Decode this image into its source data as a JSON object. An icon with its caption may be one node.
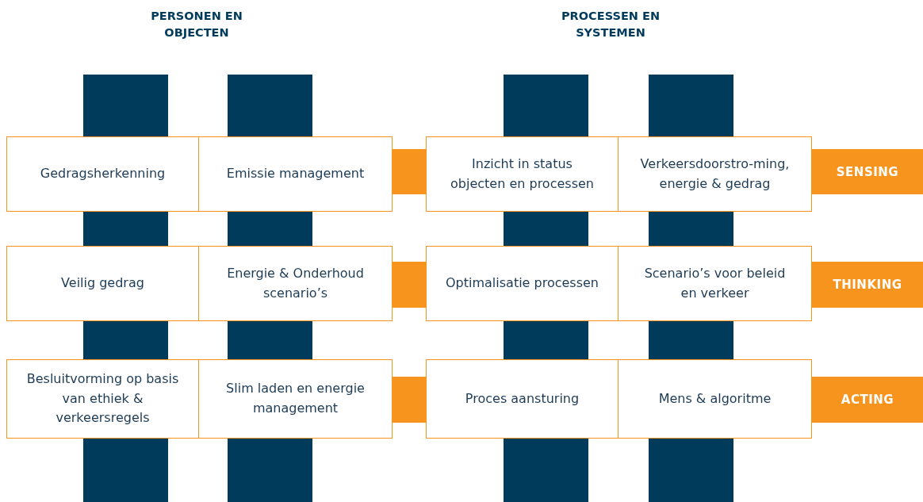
{
  "diagram": {
    "nodes": [
      {
        "text": [],
        "shape": "bar"
      },
      {
        "text": [],
        "shape": "bar"
      },
      {
        "text": [],
        "shape": "bar"
      },
      {
        "text": [],
        "shape": "bar"
      },
      {
        "text": [],
        "shape": "bar"
      },
      {
        "text": [],
        "shape": "bar"
      },
      {
        "text": [],
        "shape": "bar"
      },
      {
        "text": [],
        "shape": "bar"
      },
      {
        "text": [],
        "shape": "bar"
      },
      {
        "text": [],
        "shape": "bar"
      },
      {
        "text": [],
        "shape": "bar"
      },
      {
        "text": [],
        "shape": "bar"
      },
      {
        "text": [],
        "shape": "bar"
      },
      {
        "text": [],
        "shape": "bar"
      },
      {
        "text": [],
        "shape": "bar"
      },
      {
        "text": [],
        "shape": "bar"
      },
      {
        "text": [
          "Gedragsherkenning"
        ]
      },
      {
        "text": [
          "Emissie management"
        ]
      },
      {
        "text": [
          "Inzicht in status objecten en processen"
        ]
      },
      {
        "text": [
          "Verkeersdoorstro-ming, energie & gedrag"
        ]
      },
      {
        "text": [
          "SENSING"
        ]
      },
      {
        "text": [
          "Veilig gedrag"
        ]
      },
      {
        "text": [
          "Energie & Onderhoud scenario’s"
        ]
      },
      {
        "text": [
          "Optimalisatie processen"
        ]
      },
      {
        "text": [
          "Scenario’s voor beleid en verkeer"
        ]
      },
      {
        "text": [
          "THINKING"
        ]
      },
      {
        "text": [
          "Besluitvorming op basis van ethiek & verkeersregels"
        ]
      },
      {
        "text": [
          "Slim laden en energie management"
        ]
      },
      {
        "text": [
          "Proces aansturing"
        ]
      },
      {
        "text": [
          "Mens & algoritme"
        ]
      },
      {
        "text": [
          "ACTING"
        ]
      }
    ],
    "labels": [
      "PERSONEN EN OBJECTEN",
      "PROCESSEN EN SYSTEMEN"
    ]
  }
}
